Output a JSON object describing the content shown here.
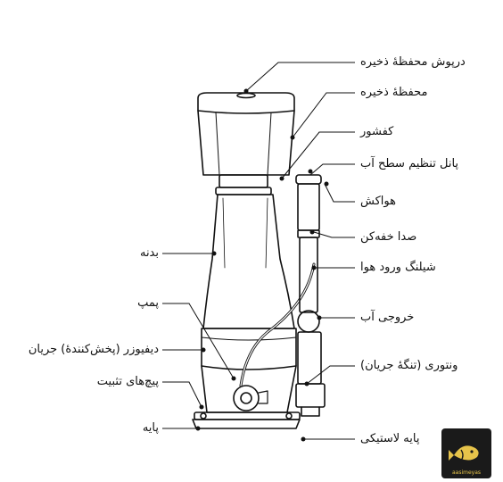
{
  "labels": {
    "reservoir_lid": "درپوش محفظهٔ ذخیره",
    "reservoir": "محفظهٔ ذخیره",
    "foam_cup": "کفشور",
    "water_level_panel": "پانل تنظیم سطح آب",
    "air_intake": "هواکش",
    "silencer": "صدا خفه‌کن",
    "air_hose": "شیلنگ ورود هوا",
    "water_outlet": "خروجی آب",
    "venturi": "ونتوری (تنگهٔ جریان)",
    "base_rubber": "پایه لاستیکی",
    "body": "بدنه",
    "pump": "پمپ",
    "diffuser": "دیفیوزر (پخش‌کنندهٔ) جریان",
    "mounting_screws": "پیچ‌های تثبیت",
    "base": "پایه"
  },
  "logo": {
    "text": "aasimeyas"
  },
  "colors": {
    "line": "#111111",
    "background": "#ffffff",
    "logo_bg": "#1a1a1a",
    "logo_accent": "#e6c34a"
  }
}
